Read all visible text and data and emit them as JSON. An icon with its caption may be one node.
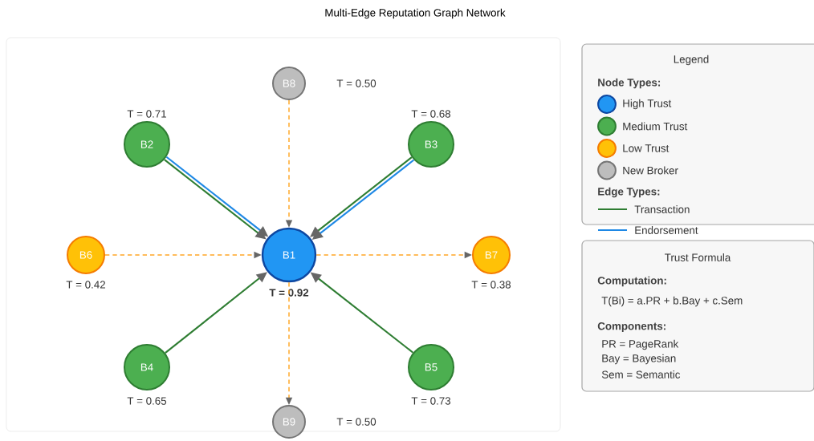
{
  "diagram": {
    "title": "Multi-Edge Reputation Graph Network",
    "nodes": [
      {
        "text": [
          "B1"
        ],
        "beside": [
          "T = 0.92"
        ]
      },
      {
        "text": [
          "B2"
        ],
        "beside": [
          "T = 0.71"
        ]
      },
      {
        "text": [
          "B3"
        ],
        "beside": [
          "T = 0.68"
        ]
      },
      {
        "text": [
          "B4"
        ],
        "beside": [
          "T = 0.65"
        ]
      },
      {
        "text": [
          "B5"
        ],
        "beside": [
          "T = 0.73"
        ]
      },
      {
        "text": [
          "B6"
        ],
        "beside": [
          "T = 0.42"
        ]
      },
      {
        "text": [
          "B7"
        ],
        "beside": [
          "T = 0.38"
        ]
      },
      {
        "text": [
          "B8"
        ],
        "beside": [
          "T = 0.50"
        ]
      },
      {
        "text": [
          "B9"
        ],
        "beside": [
          "T = 0.50"
        ]
      },
      {
        "text": [
          "Trust Formula",
          "Computation:",
          "T(Bi) = a.PR + b.Bay + c.Sem",
          "Components:",
          "PR = PageRank",
          "Bay = Bayesian",
          "Sem = Semantic"
        ]
      }
    ],
    "edges": [
      {
        "from": 1,
        "to": 0,
        "arrow": "to",
        "color": "#2e7d32"
      },
      {
        "from": 1,
        "to": 0,
        "arrow": "to",
        "color": "#1e88e5"
      },
      {
        "from": 2,
        "to": 0,
        "arrow": "to",
        "color": "#2e7d32"
      },
      {
        "from": 2,
        "to": 0,
        "arrow": "to",
        "color": "#1e88e5"
      },
      {
        "from": 3,
        "to": 0,
        "arrow": "to",
        "color": "#2e7d32"
      },
      {
        "from": 4,
        "to": 0,
        "arrow": "to",
        "color": "#2e7d32"
      },
      {
        "from": 7,
        "to": 0,
        "arrow": "to",
        "style": "dashed",
        "color": "#ffa726"
      },
      {
        "from": 5,
        "to": 0,
        "arrow": "to",
        "style": "dashed",
        "color": "#ffa726"
      },
      {
        "from": 0,
        "to": 6,
        "arrow": "to",
        "style": "dashed",
        "color": "#ffa726"
      },
      {
        "from": 0,
        "to": 8,
        "arrow": "to",
        "style": "dashed",
        "color": "#ffa726"
      }
    ],
    "labels": [
      "Legend",
      "Node Types:",
      "Edge Types:"
    ],
    "legend": [
      {
        "text": "High Trust",
        "color": "#2196f3"
      },
      {
        "text": "Medium Trust",
        "color": "#4caf50"
      },
      {
        "text": "Low Trust",
        "color": "#ffc107"
      },
      {
        "text": "New Broker",
        "color": "#bdbdbd"
      },
      {
        "text": "Transaction"
      },
      {
        "text": "Endorsement"
      }
    ]
  }
}
